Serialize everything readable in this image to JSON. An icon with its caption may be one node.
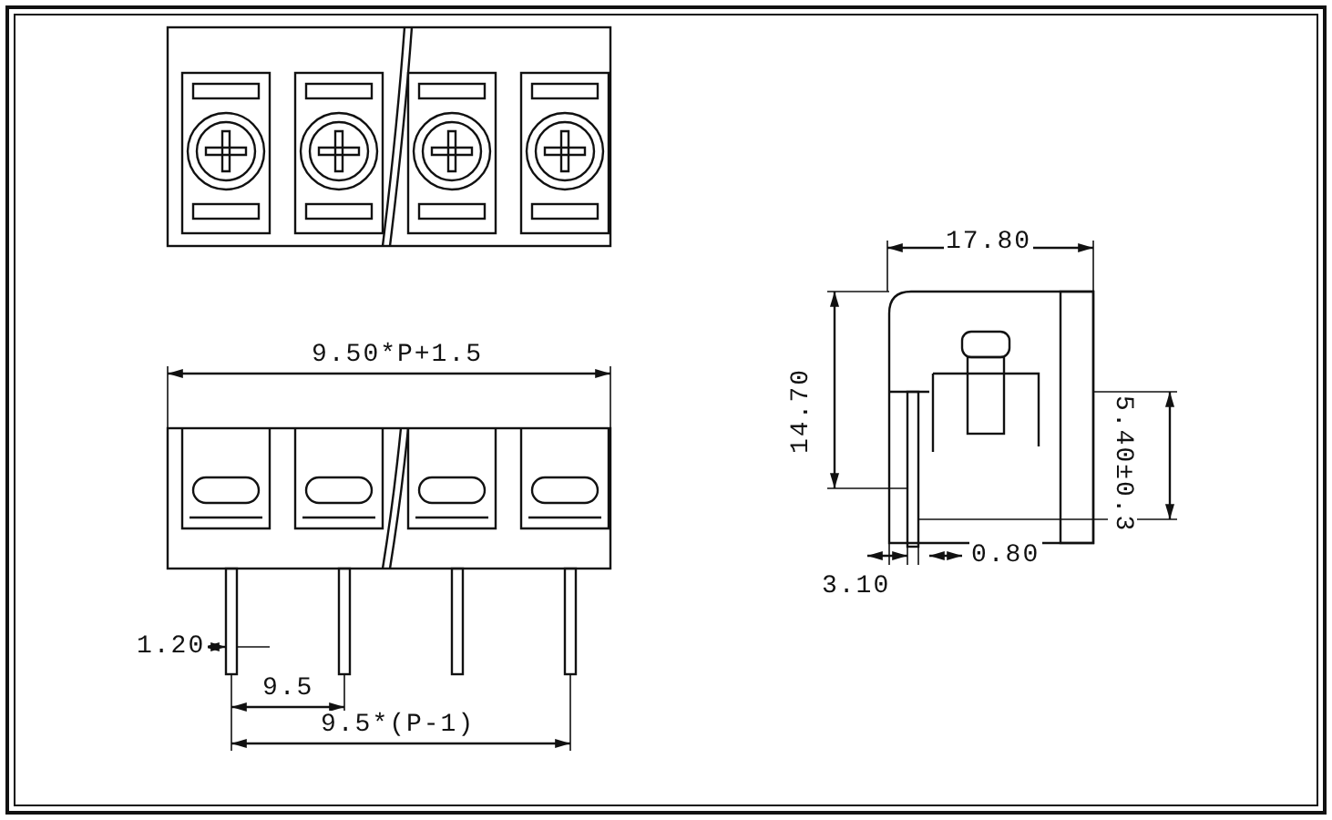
{
  "diagram": {
    "labels": [
      "17.80",
      "14.70",
      "5.40±0.3",
      "9.50*P+1.5",
      "3.10",
      "0.80",
      "1.20",
      "9.5",
      "9.5*(P-1)"
    ]
  }
}
